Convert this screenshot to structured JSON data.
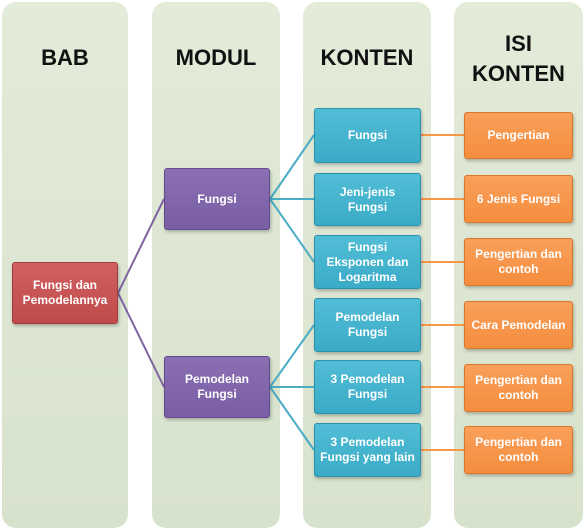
{
  "headers": {
    "bab": "BAB",
    "modul": "MODUL",
    "konten": "KONTEN",
    "isi_konten_line1": "ISI",
    "isi_konten_line2": "KONTEN"
  },
  "bab": {
    "label": "Fungsi dan Pemodelannya"
  },
  "modul": [
    {
      "label": "Fungsi"
    },
    {
      "label": "Pemodelan Fungsi"
    }
  ],
  "konten": [
    {
      "label": "Fungsi"
    },
    {
      "label": "Jeni-jenis Fungsi"
    },
    {
      "label": "Fungsi Eksponen dan Logaritma"
    },
    {
      "label": "Pemodelan Fungsi"
    },
    {
      "label": "3 Pemodelan Fungsi"
    },
    {
      "label": "3 Pemodelan Fungsi yang lain"
    }
  ],
  "isi_konten": [
    {
      "label": "Pengertian"
    },
    {
      "label": "6 Jenis Fungsi"
    },
    {
      "label": "Pengertian dan contoh"
    },
    {
      "label": "Cara Pemodelan"
    },
    {
      "label": "Pengertian dan contoh"
    },
    {
      "label": "Pengertian dan contoh"
    }
  ],
  "colors": {
    "column_bg": "#dde6d2",
    "bab_box": "#c0504d",
    "modul_box": "#8064a2",
    "konten_box": "#4bacc6",
    "isi_box": "#f79646",
    "connector_bab_modul": "#8064a2",
    "connector_modul_konten": "#4bacc6",
    "connector_konten_isi": "#f79646"
  }
}
